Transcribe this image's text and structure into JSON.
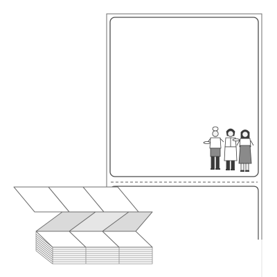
{
  "colors": {
    "background": "#ffffff",
    "line": "#6e6e6e",
    "line_dark": "#4a4a4a",
    "label_fill": "#ffffff",
    "folded_fill": "#dadada",
    "stack_side": "#f0f0f0",
    "skin": "#f2f2f2",
    "clothing_dark": "#3a3a3a",
    "clothing_mid": "#8a8a8a"
  },
  "illustration": {
    "label_sheet": {
      "shape": "rounded-rectangle",
      "border": "double",
      "separator": "dashed-perforation"
    },
    "fanfold_stack": {
      "flat_label_rows": 2,
      "folded_panels": 3,
      "stack_layers": 10
    },
    "people": [
      {
        "role": "chef",
        "icon": "chef-figure-icon"
      },
      {
        "role": "waiter",
        "icon": "waiter-figure-icon"
      },
      {
        "role": "server",
        "icon": "server-figure-icon"
      }
    ]
  }
}
